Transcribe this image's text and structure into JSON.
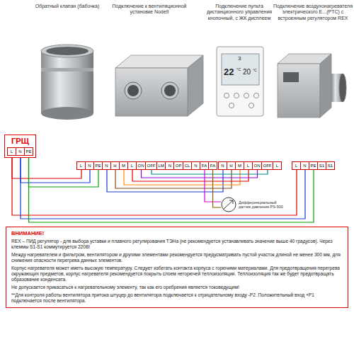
{
  "diagram": {
    "nodes": [
      {
        "text": [
          "ГРЩ",
          "L",
          "N",
          "PE"
        ]
      },
      {
        "text": [
          "L",
          "N",
          "PE",
          "N",
          "H",
          "M",
          "L",
          "ON",
          "OFF",
          "LM",
          "N",
          "OP",
          "CL",
          "N",
          "FA",
          "FA"
        ]
      },
      {
        "text": [
          "N",
          "H",
          "M",
          "L",
          "ON",
          "OFF",
          "L"
        ]
      },
      {
        "text": [
          "L",
          "N",
          "PE",
          "S1",
          "S1"
        ]
      },
      {
        "text": [
          "Дифференциальный датчик давления PS-500"
        ]
      },
      {
        "text": [
          "ВНИМАНИЕ!",
          "REX – ПИД регулятор - для выбора уставки и плавного регулирования ТЭНа (не рекомендуется устанавливать значение выше 40 градусов). Через клеммы S1-S1 коммутируется 220В!",
          "Между нагревателем и фильтром, вентилятором и другими элементами рекомендуется предусматривать пустой участок длиной не менее 300 мм, для снижения опасности перегрева данных элементов.",
          "Корпус нагревателя может иметь высокую температуру. Следует избегать контакта корпуса с горючими материалами. Для предотвращения перегрева окружающих предметов, корпус нагревателя рекомендуется покрыть слоем негорючей теплоизоляции. Теплоизоляция так же будет предотвращать образование конденсата.",
          "Не допускается прикасаться к нагревательному элементу, так как его оребрения является токоведущим!",
          "**Для контроля работы вентилятора притока штуцер до вентилятора подключается к отрицательному входу -P2. Положительный вход +P1 подключается после вентилятора."
        ]
      }
    ],
    "edges": [
      {
        "from": 0,
        "to": 1,
        "arrow": "none"
      },
      {
        "from": 0,
        "to": 1,
        "arrow": "none"
      },
      {
        "from": 0,
        "to": 1,
        "arrow": "none"
      },
      {
        "from": 0,
        "to": 3,
        "arrow": "none"
      },
      {
        "from": 0,
        "to": 3,
        "arrow": "none"
      },
      {
        "from": 0,
        "to": 3,
        "arrow": "none"
      },
      {
        "from": 1,
        "to": 2,
        "arrow": "none"
      },
      {
        "from": 1,
        "to": 2,
        "arrow": "none"
      },
      {
        "from": 1,
        "to": 2,
        "arrow": "none"
      },
      {
        "from": 1,
        "to": 2,
        "arrow": "none"
      },
      {
        "from": 1,
        "to": 2,
        "arrow": "none"
      },
      {
        "from": 1,
        "to": 2,
        "arrow": "none"
      },
      {
        "from": 1,
        "to": 4,
        "arrow": "none"
      },
      {
        "from": 1,
        "to": 4,
        "arrow": "none"
      }
    ],
    "labels": [
      "Обратный клапан (бабочка)",
      "Подключение к вентиляционной установке Node9",
      "Подключение пульта дистанционного управления кнопочный, с ЖК дисплеем",
      "Подключение воздухонагревателя электрического E...(PTC) с встроенным регулятором REX",
      "3",
      "22",
      "°C",
      "20",
      "°C"
    ]
  }
}
